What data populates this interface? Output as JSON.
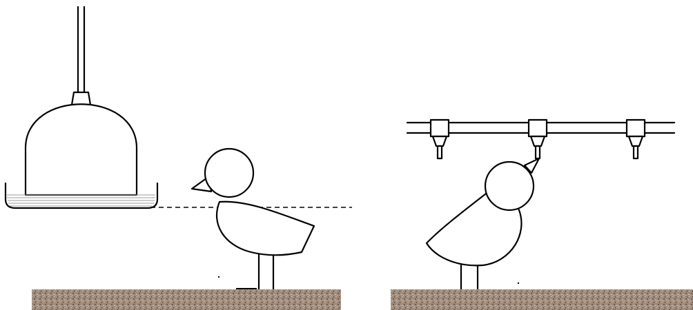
{
  "diagram": {
    "left_panel": {
      "feeder": "bell-drinker",
      "subject": "chick-drinking-from-trough",
      "water_level_reference": "dashed"
    },
    "right_panel": {
      "feeder": "nipple-drinker-line",
      "nipple_count": 3,
      "subject": "chick-reaching-up-to-nipple"
    },
    "colors": {
      "outline": "#000000",
      "background": "#ffffff",
      "water": "#9a9a9a",
      "litter_base": "#a08c7c"
    }
  }
}
